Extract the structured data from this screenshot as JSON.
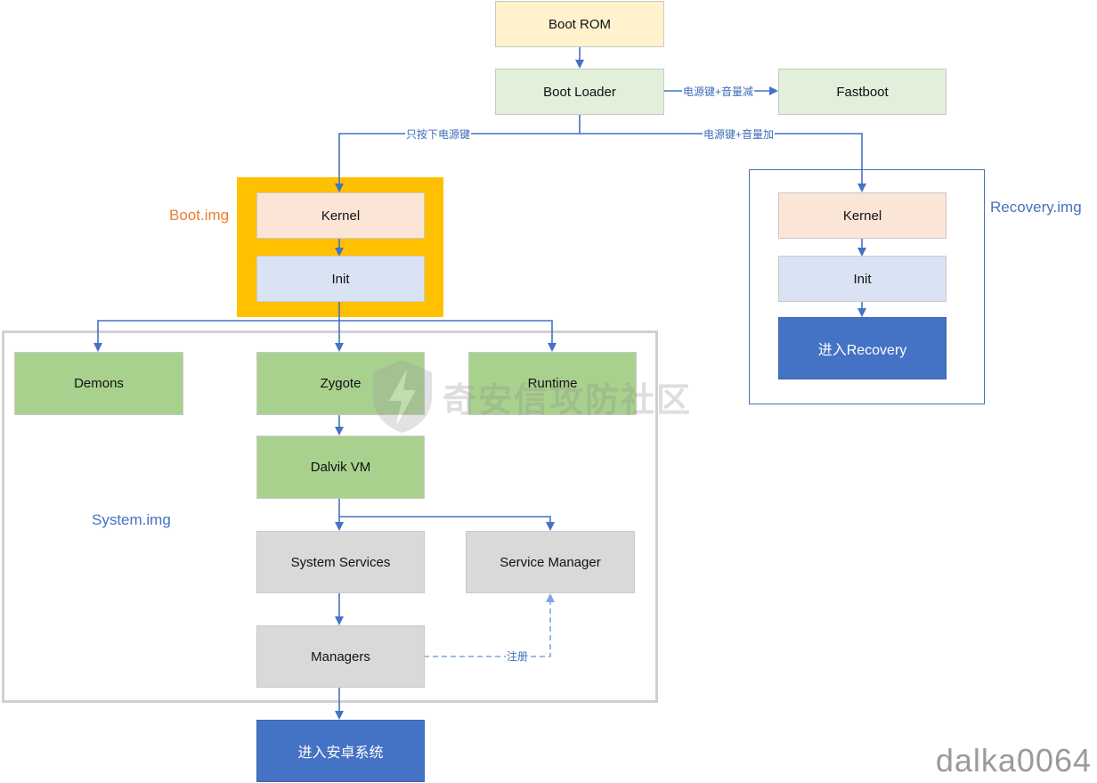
{
  "nodes": {
    "boot_rom": "Boot ROM",
    "boot_loader": "Boot Loader",
    "fastboot": "Fastboot",
    "kernel_boot": "Kernel",
    "init_boot": "Init",
    "kernel_recovery": "Kernel",
    "init_recovery": "Init",
    "enter_recovery": "进入Recovery",
    "demons": "Demons",
    "zygote": "Zygote",
    "runtime": "Runtime",
    "dalvik_vm": "Dalvik VM",
    "system_services": "System Services",
    "service_manager": "Service Manager",
    "managers": "Managers",
    "enter_android": "进入安卓系统"
  },
  "groups": {
    "boot_img": "Boot.img",
    "recovery_img": "Recovery.img",
    "system_img": "System.img"
  },
  "edges": {
    "power_vol_down": "电源键+音量减",
    "power_only": "只按下电源键",
    "power_vol_up": "电源键+音量加",
    "register": "注册"
  },
  "watermark": "奇安信攻防社区",
  "credit": "dalka0064",
  "colors": {
    "edge": "#4472c4",
    "boot_frame": "#ffc000",
    "boot_label": "#ed7d31",
    "group_label": "#4472c4"
  }
}
